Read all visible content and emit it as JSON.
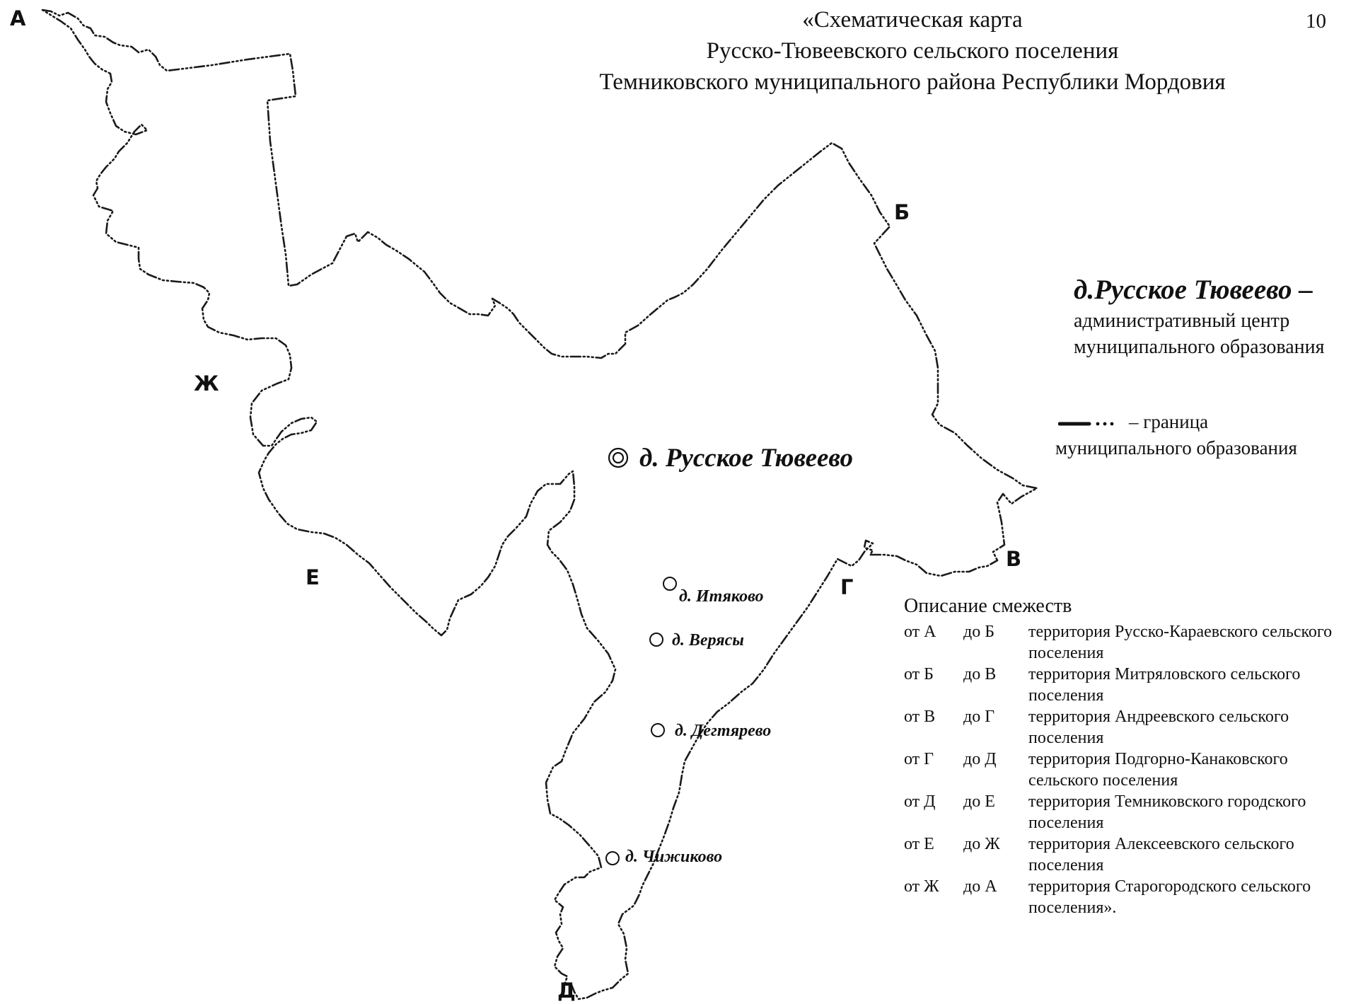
{
  "page_number": "10",
  "title": {
    "line1": "«Схематическая карта",
    "line2": "Русско-Тювеевского  сельского поселения",
    "line3": "Темниковского муниципального района Республики Мордовия"
  },
  "map": {
    "points": [
      {
        "id": "A",
        "label": "А"
      },
      {
        "id": "B",
        "label": "Б"
      },
      {
        "id": "V",
        "label": "В"
      },
      {
        "id": "G",
        "label": "Г"
      },
      {
        "id": "D",
        "label": "Д"
      },
      {
        "id": "E",
        "label": "Е"
      },
      {
        "id": "ZH",
        "label": "Ж"
      }
    ],
    "center": {
      "label": "д. Русское Тювеево",
      "icon": "double-circle-icon"
    },
    "villages": [
      {
        "label": "д. Итяково",
        "icon": "circle-icon"
      },
      {
        "label": "д. Верясы",
        "icon": "circle-icon"
      },
      {
        "label": "д. Дегтярево",
        "icon": "circle-icon"
      },
      {
        "label": "д. Чижиково",
        "icon": "circle-icon"
      }
    ]
  },
  "legend": {
    "center_name": "д.Русское Тювеево",
    "center_dash": " –",
    "center_line1": "административный центр",
    "center_line2": "муниципального образования",
    "boundary_line1": "– граница",
    "boundary_line2": "муниципального образования"
  },
  "adjacency": {
    "title": "Описание смежеств",
    "rows": [
      {
        "from": "от А",
        "to": "до Б",
        "desc": "территория Русско-Караевского  сельского",
        "desc2": "поселения"
      },
      {
        "from": "от Б",
        "to": "до В",
        "desc": "территория  Митряловского  сельского",
        "desc2": "поселения"
      },
      {
        "from": "от В",
        "to": "до Г",
        "desc": "территория  Андреевского  сельского",
        "desc2": "поселения"
      },
      {
        "from": "от Г",
        "to": "до Д",
        "desc": "территория Подгорно-Канаковского",
        "desc2": "сельского поселения"
      },
      {
        "from": "от Д",
        "to": "до Е",
        "desc": "территория  Темниковского городского",
        "desc2": "поселения"
      },
      {
        "from": "от Е",
        "to": "до Ж",
        "desc": "территория Алексеевского сельского",
        "desc2": "поселения"
      },
      {
        "from": "от Ж",
        "to": "до А",
        "desc": "территория  Старогородского сельского",
        "desc2": "поселения»."
      }
    ]
  }
}
